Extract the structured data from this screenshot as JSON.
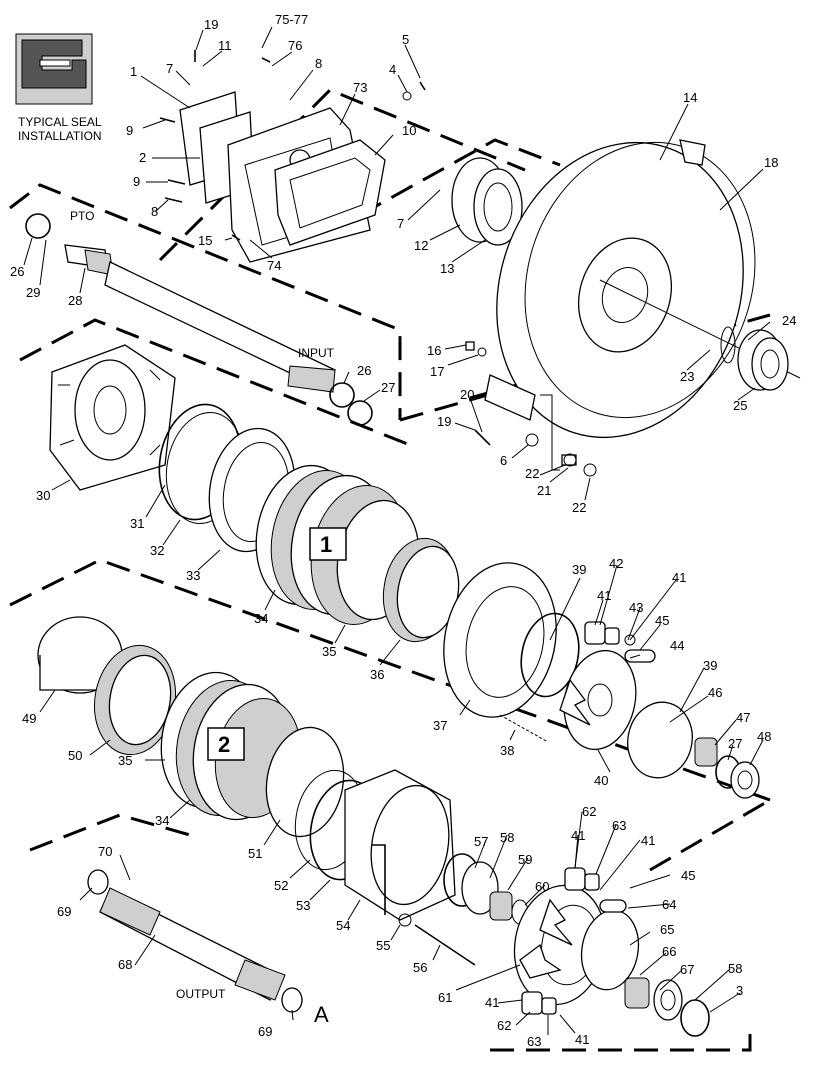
{
  "legend": {
    "typical_seal_line1": "TYPICAL SEAL",
    "typical_seal_line2": "INSTALLATION"
  },
  "labels": {
    "pto": "PTO",
    "input": "INPUT",
    "output": "OUTPUT",
    "view_a": "A",
    "group1": "1",
    "group2": "2"
  },
  "callouts": {
    "c19a": "19",
    "c75_77": "75-77",
    "c5": "5",
    "c11": "11",
    "c76": "76",
    "c1": "1",
    "c7a": "7",
    "c8a": "8",
    "c4": "4",
    "c73": "73",
    "c14": "14",
    "c9a": "9",
    "c10": "10",
    "c2": "2",
    "c18": "18",
    "c9b": "9",
    "c7b": "7",
    "c8b": "8",
    "c12": "12",
    "c15": "15",
    "c74": "74",
    "c13": "13",
    "c26a": "26",
    "c29": "29",
    "c28": "28",
    "c24": "24",
    "c16": "16",
    "c17": "17",
    "c23": "23",
    "c26b": "26",
    "c27a": "27",
    "c25": "25",
    "c20": "20",
    "c19b": "19",
    "c6": "6",
    "c22a": "22",
    "c21": "21",
    "c22b": "22",
    "c30": "30",
    "c31": "31",
    "c32": "32",
    "c33": "33",
    "c34a": "34",
    "c35a": "35",
    "c36": "36",
    "c39a": "39",
    "c42": "42",
    "c41a": "41",
    "c41b": "41",
    "c43": "43",
    "c45a": "45",
    "c44": "44",
    "c39b": "39",
    "c46": "46",
    "c47": "47",
    "c48": "48",
    "c27b": "27",
    "c37": "37",
    "c38": "38",
    "c40": "40",
    "c49": "49",
    "c50": "50",
    "c35b": "35",
    "c34b": "34",
    "c51": "51",
    "c52": "52",
    "c53": "53",
    "c54": "54",
    "c55": "55",
    "c56": "56",
    "c57": "57",
    "c58a": "58",
    "c59": "59",
    "c60": "60",
    "c62a": "62",
    "c63a": "63",
    "c41c": "41",
    "c41d": "41",
    "c45b": "45",
    "c64": "64",
    "c65": "65",
    "c66": "66",
    "c67": "67",
    "c58b": "58",
    "c3": "3",
    "c70": "70",
    "c69a": "69",
    "c68": "68",
    "c69b": "69",
    "c61": "61",
    "c41e": "41",
    "c62b": "62",
    "c63b": "63",
    "c41f": "41"
  }
}
